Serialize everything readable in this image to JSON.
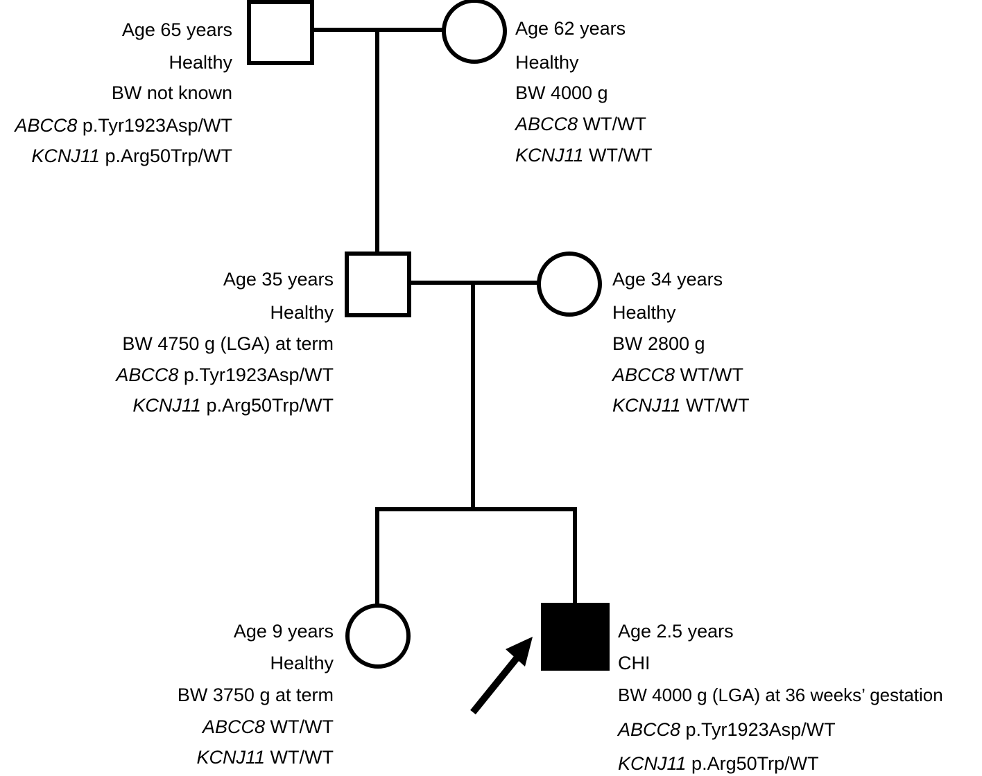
{
  "pedigree": {
    "grandfather": {
      "age": "Age 65 years",
      "status": "Healthy",
      "bw": "BW not known",
      "abcc8_gene": "ABCC8",
      "abcc8_value": " p.Tyr1923Asp/WT",
      "kcnj11_gene": "KCNJ11",
      "kcnj11_value": " p.Arg50Trp/WT"
    },
    "grandmother": {
      "age": "Age 62 years",
      "status": "Healthy",
      "bw": "BW 4000 g",
      "abcc8_gene": "ABCC8",
      "abcc8_value": " WT/WT",
      "kcnj11_gene": "KCNJ11",
      "kcnj11_value": " WT/WT"
    },
    "father": {
      "age": "Age 35 years",
      "status": "Healthy",
      "bw": "BW 4750 g (LGA) at term",
      "abcc8_gene": "ABCC8",
      "abcc8_value": " p.Tyr1923Asp/WT",
      "kcnj11_gene": "KCNJ11",
      "kcnj11_value": " p.Arg50Trp/WT"
    },
    "mother": {
      "age": "Age 34 years",
      "status": "Healthy",
      "bw": "BW 2800 g",
      "abcc8_gene": "ABCC8",
      "abcc8_value": " WT/WT",
      "kcnj11_gene": "KCNJ11",
      "kcnj11_value": " WT/WT"
    },
    "sister": {
      "age": "Age 9 years",
      "status": "Healthy",
      "bw": "BW 3750 g at term",
      "abcc8_gene": "ABCC8",
      "abcc8_value": " WT/WT",
      "kcnj11_gene": "KCNJ11",
      "kcnj11_value": " WT/WT"
    },
    "proband": {
      "age": "Age 2.5 years",
      "status": "CHI",
      "bw": "BW 4000 g (LGA) at 36 weeks’ gestation",
      "abcc8_gene": "ABCC8",
      "abcc8_value": " p.Tyr1923Asp/WT",
      "kcnj11_gene": "KCNJ11",
      "kcnj11_value": " p.Arg50Trp/WT"
    }
  },
  "colors": {
    "line": "#000000",
    "affected_fill": "#000000",
    "unaffected_fill": "#ffffff"
  }
}
